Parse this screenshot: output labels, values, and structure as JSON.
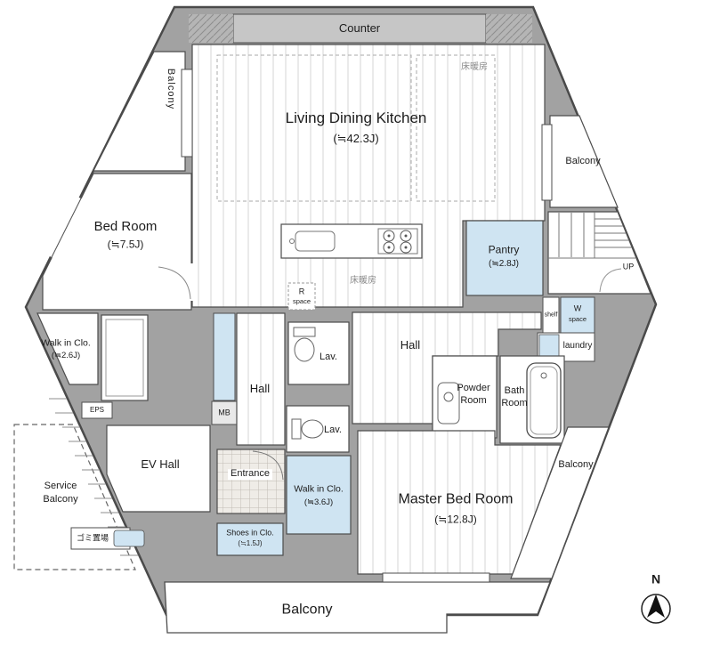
{
  "plan": {
    "counter": "Counter",
    "floor_heating": "床暖房",
    "ldk": {
      "name": "Living Dining Kitchen",
      "size": "(≒42.3J)"
    },
    "bedroom": {
      "name": "Bed Room",
      "size": "(≒7.5J)"
    },
    "pantry": {
      "name": "Pantry",
      "size": "(≒2.8J)"
    },
    "walkin_small": {
      "name": "Walk in Clo.",
      "size": "(≒2.6J)"
    },
    "walkin_large": {
      "name": "Walk in Clo.",
      "size": "(≒3.6J)"
    },
    "shoes_closet": {
      "name": "Shoes in Clo.",
      "size": "(≒1.5J)"
    },
    "master": {
      "name": "Master Bed Room",
      "size": "(≒12.8J)"
    },
    "hall_left": "Hall",
    "hall_center": "Hall",
    "lav_upper": "Lav.",
    "lav_lower": "Lav.",
    "powder": {
      "line1": "Powder",
      "line2": "Room"
    },
    "bath": {
      "line1": "Bath",
      "line2": "Room"
    },
    "laundry": "laundry",
    "ev_hall": "EV Hall",
    "entrance": "Entrance",
    "mb": "MB",
    "eps": "EPS",
    "up": "UP",
    "shelf": "shelf",
    "w_space": {
      "line1": "W",
      "line2": "space"
    },
    "r_space": {
      "line1": "R",
      "line2": "space"
    },
    "gomi": "ゴミ置場",
    "balconies": {
      "top_left": "Balcony",
      "right": "Balcony",
      "lower_right": "Balcony",
      "bottom": "Balcony"
    },
    "service_balcony": {
      "line1": "Service",
      "line2": "Balcony"
    },
    "compass": "N"
  },
  "colors": {
    "wall": "#a2a2a2",
    "water_blue": "#cfe4f2",
    "outline": "#4d4d4d",
    "counter": "#c6c6c6"
  }
}
